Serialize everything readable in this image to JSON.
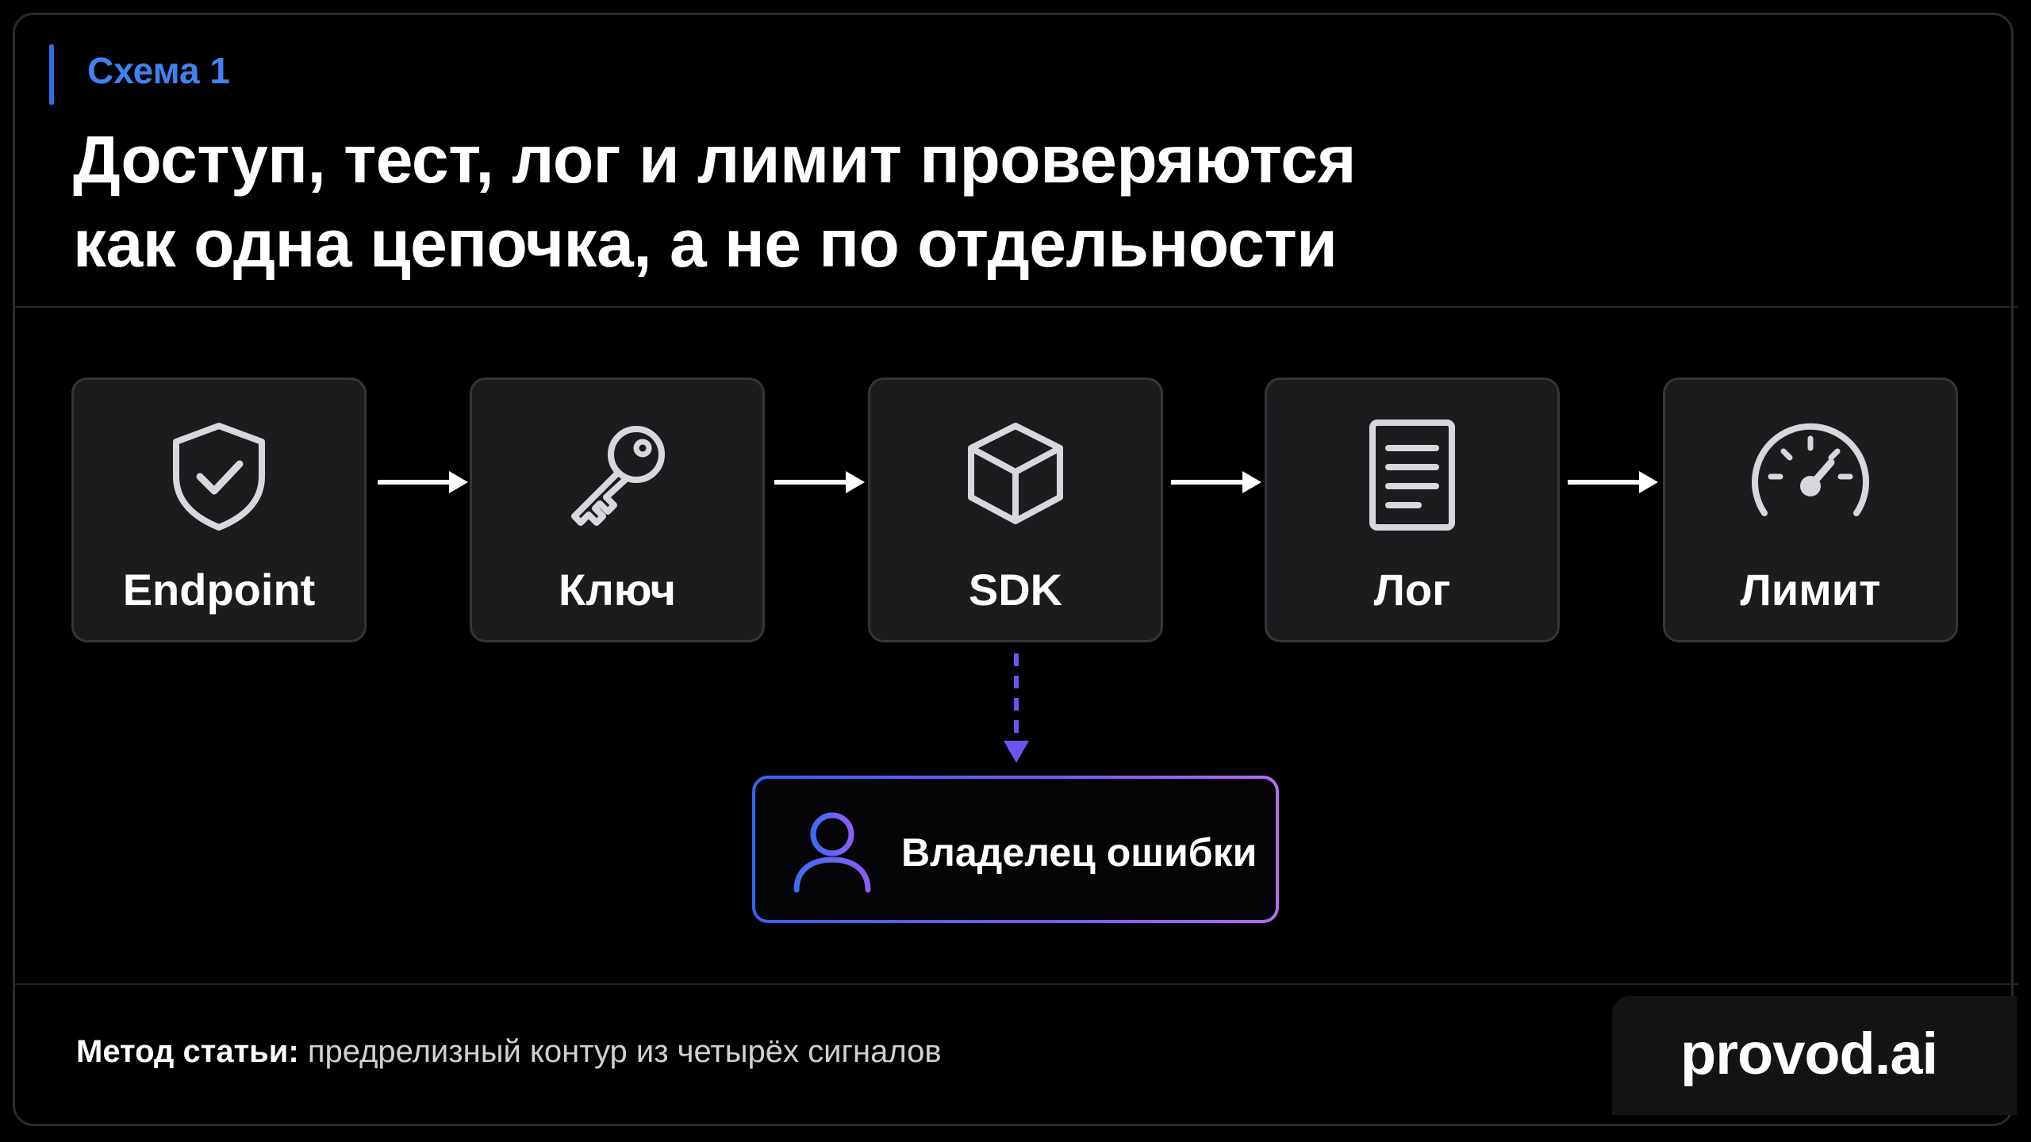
{
  "kicker": "Схема 1",
  "headline": {
    "line1": "Доступ, тест, лог и лимит проверяются",
    "line2": "как одна цепочка, а не по отдельности"
  },
  "chain": [
    {
      "label": "Endpoint",
      "icon": "shield-check-icon"
    },
    {
      "label": "Ключ",
      "icon": "key-icon"
    },
    {
      "label": "SDK",
      "icon": "cube-icon"
    },
    {
      "label": "Лог",
      "icon": "document-icon"
    },
    {
      "label": "Лимит",
      "icon": "speedometer-icon"
    }
  ],
  "owner": {
    "label": "Владелец ошибки",
    "icon": "user-icon"
  },
  "footer": {
    "method_label": "Метод статьи:",
    "method_text": "предрелизный контур из четырёх сигналов"
  },
  "brand": "provod.ai",
  "colors": {
    "accent": "#3f82f0",
    "node_bg": "#1c1c1f",
    "owner_gradient_start": "#3563f2",
    "owner_gradient_end": "#b46cf5",
    "dashed_arrow": "#6a55f0"
  }
}
